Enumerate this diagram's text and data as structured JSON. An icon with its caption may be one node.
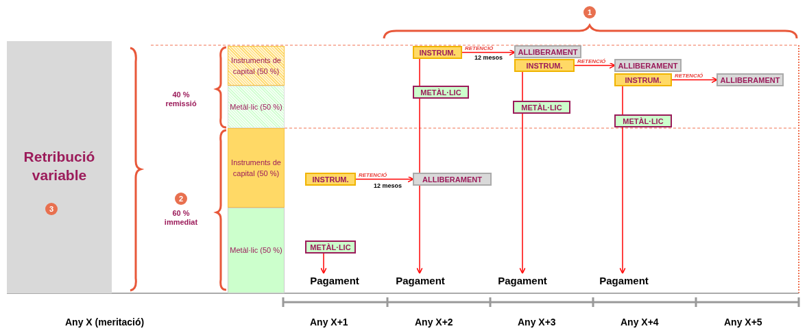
{
  "diagram": {
    "nodes": [
      {
        "text": [
          "Retribució variable"
        ]
      },
      {
        "text": [
          "40 % remissió"
        ]
      },
      {
        "text": [
          "60 % immediat"
        ]
      },
      {
        "text": [
          "Instruments de capital (50 %)"
        ]
      },
      {
        "text": [
          "Metàl·lic (50 %)"
        ]
      },
      {
        "text": [
          "Instruments de capital (50 %)"
        ]
      },
      {
        "text": [
          "Metàl·lic (50 %)"
        ]
      },
      {
        "text": [
          "INSTRUM."
        ]
      },
      {
        "text": [
          "ALLIBERAMENT"
        ]
      },
      {
        "text": [
          "METÀL·LIC"
        ]
      },
      {
        "text": [
          "Pagament"
        ]
      },
      {
        "text": [
          "INSTRUM."
        ]
      },
      {
        "text": [
          "ALLIBERAMENT"
        ]
      },
      {
        "text": [
          "METÀL·LIC"
        ]
      },
      {
        "text": [
          "Pagament"
        ]
      },
      {
        "text": [
          "INSTRUM."
        ]
      },
      {
        "text": [
          "ALLIBERAMENT"
        ]
      },
      {
        "text": [
          "METÀL·LIC"
        ]
      },
      {
        "text": [
          "Pagament"
        ]
      },
      {
        "text": [
          "INSTRUM."
        ]
      },
      {
        "text": [
          "ALLIBERAMENT"
        ]
      },
      {
        "text": [
          "METÀL·LIC"
        ]
      },
      {
        "text": [
          "Pagament"
        ]
      }
    ],
    "edges": [
      {
        "from": 7,
        "to": 8,
        "arrow": "to",
        "label": "RETENCIÓ"
      },
      {
        "from": 9,
        "to": 10,
        "arrow": "to"
      },
      {
        "from": 11,
        "to": 12,
        "arrow": "to",
        "label": "RETENCIÓ"
      },
      {
        "from": 11,
        "to": 13,
        "arrow": "none"
      },
      {
        "from": 13,
        "to": 8,
        "arrow": "none"
      },
      {
        "from": 8,
        "to": 14,
        "arrow": "to"
      },
      {
        "from": 15,
        "to": 16,
        "arrow": "to",
        "label": "RETENCIÓ"
      },
      {
        "from": 15,
        "to": 17,
        "arrow": "none"
      },
      {
        "from": 17,
        "to": 18,
        "arrow": "to"
      },
      {
        "from": 19,
        "to": 20,
        "arrow": "to",
        "label": "RETENCIÓ"
      },
      {
        "from": 19,
        "to": 21,
        "arrow": "none"
      },
      {
        "from": 21,
        "to": 22,
        "arrow": "to"
      }
    ],
    "labels": [
      "1",
      "12 mesos",
      "2",
      "3",
      "12 mesos",
      "Any X (meritació)",
      "Any X+1",
      "Any X+2",
      "Any X+3",
      "Any X+4",
      "Any X+5"
    ]
  }
}
